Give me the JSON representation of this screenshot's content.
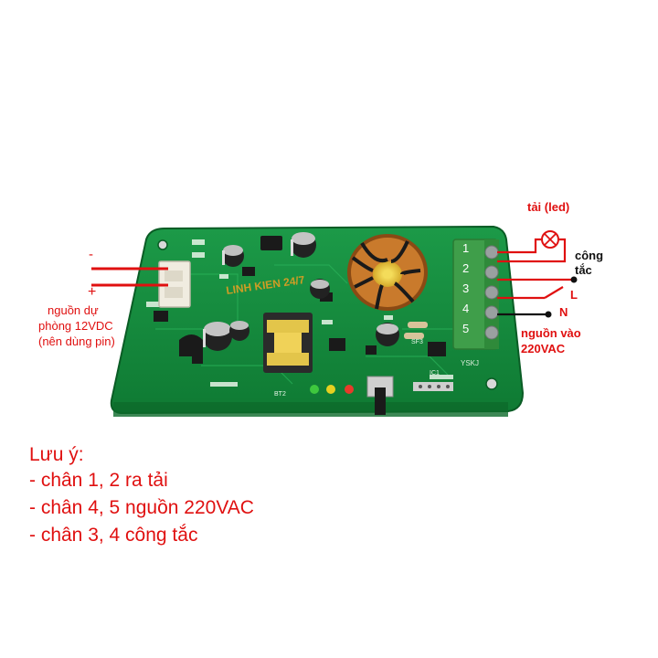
{
  "overlay_labels": {
    "minus": "-",
    "plus": "+",
    "backup_power": [
      "nguồn dự",
      "phòng 12VDC",
      "(nên dùng pin)"
    ],
    "load": "tải (led)",
    "switch": [
      "công",
      "tắc"
    ],
    "L": "L",
    "N": "N",
    "mains_input": [
      "nguồn vào",
      "220VAC"
    ]
  },
  "terminal_numbers": [
    "1",
    "2",
    "3",
    "4",
    "5"
  ],
  "board_silkscreen": {
    "watermark": "LINH KIEN 24/7",
    "brand": "YSKJ",
    "transformer": "BT2",
    "ic": "IC1",
    "coil": "SF3"
  },
  "notes": {
    "title": "Lưu ý:",
    "lines": [
      "- chân 1, 2 ra tải",
      "- chân 4, 5 nguồn 220VAC",
      "- chân 3, 4 công tắc"
    ]
  },
  "colors": {
    "pcb": "#138a3c",
    "annotation": "#e01010",
    "terminal_block": "#3f9e4a",
    "toroid_copper": "#c97a2c",
    "toroid_core": "#e8c93a"
  }
}
